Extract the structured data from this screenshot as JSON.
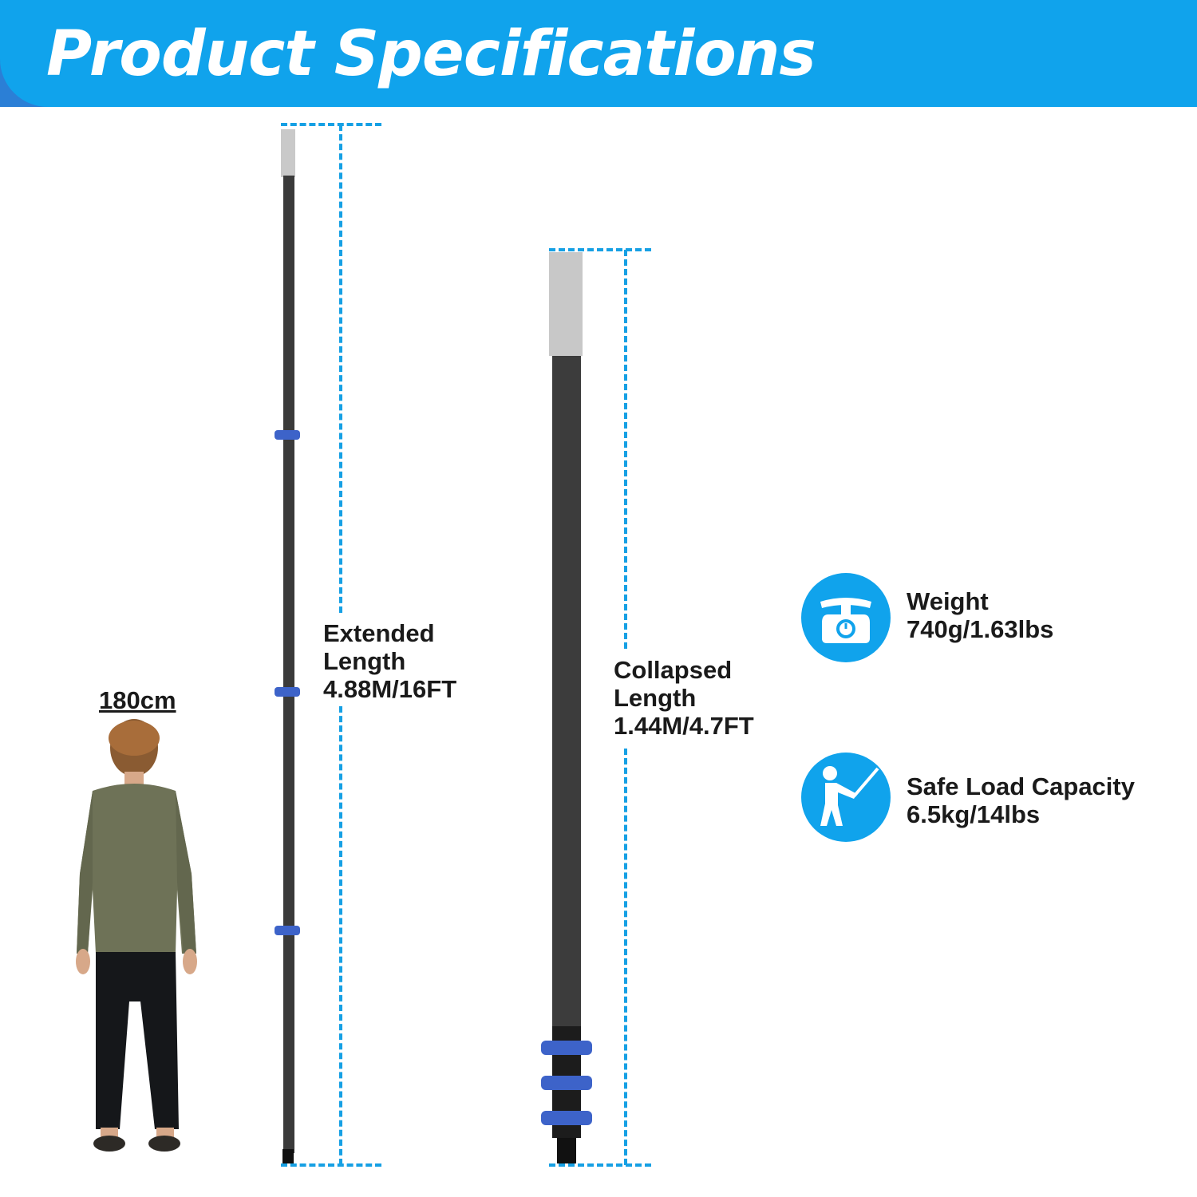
{
  "header": {
    "title": "Product Specifications"
  },
  "person": {
    "height_label": "180cm"
  },
  "extended": {
    "line1": "Extended",
    "line2": "Length",
    "value": "4.88M/16FT"
  },
  "collapsed": {
    "line1": "Collapsed",
    "line2": "Length",
    "value": "1.44M/4.7FT"
  },
  "weight": {
    "label": "Weight",
    "value": "740g/1.63lbs",
    "icon": "scale-icon"
  },
  "load": {
    "label": "Safe Load Capacity",
    "value": "6.5kg/14lbs",
    "icon": "lifting-person-icon"
  },
  "colors": {
    "accent": "#10a3ec",
    "header_dark": "#2b7fd6",
    "lock_blue": "#3d63c9",
    "pole": "#3a3a3a"
  }
}
